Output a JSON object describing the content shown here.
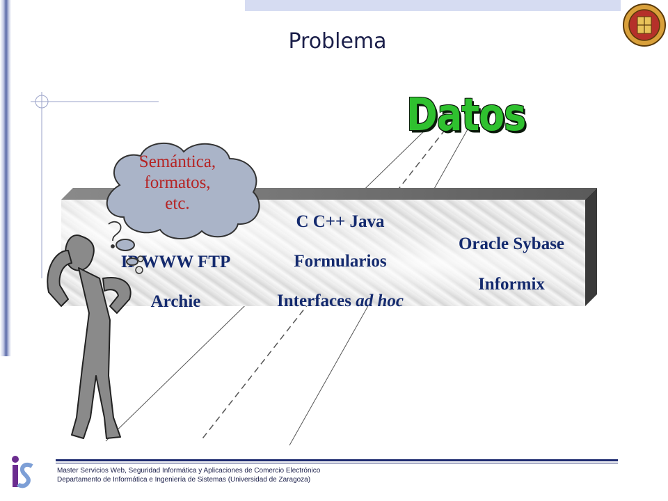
{
  "slide": {
    "title": "Problema",
    "datos_label": "Datos",
    "columns": [
      {
        "lines": [
          "IP WWW FTP",
          "Archie"
        ]
      },
      {
        "lines": [
          "C  C++ Java",
          "Formularios",
          "Interfaces "
        ],
        "italic_suffix": "ad hoc"
      },
      {
        "lines": [
          "Oracle Sybase",
          "Informix"
        ]
      }
    ],
    "thought_bubble": [
      "Semántica,",
      "formatos,",
      "etc."
    ]
  },
  "footer": {
    "line1": "Master Servicios Web, Seguridad Informática y Aplicaciones de Comercio Electrónico",
    "line2": "Departamento de Informática e Ingeniería de Sistemas (Universidad de Zaragoza)"
  },
  "colors": {
    "title": "#1b1f4a",
    "column_text": "#142a6e",
    "bubble_text": "#b52424",
    "datos": "#2fc12f",
    "footer_rule": "#1d2a6f"
  },
  "icons": [
    "university-seal-icon",
    "is-logo-icon",
    "thinking-figure-icon",
    "cloud-bubble-icon"
  ]
}
